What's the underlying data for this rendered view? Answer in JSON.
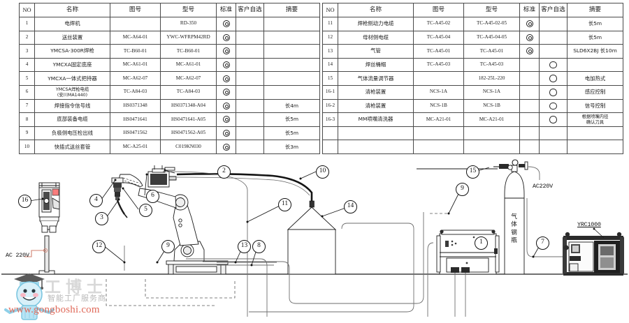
{
  "tables": {
    "headers": {
      "no": "NO",
      "name": "名称",
      "drawing_no": "图号",
      "model": "型号",
      "standard": "标准",
      "customer_option": "客户自选",
      "remark": "摘要"
    },
    "left_rows": [
      {
        "no": "1",
        "name": "电焊机",
        "dwg": "",
        "model": "RD-350",
        "std": "double",
        "opt": "",
        "rem": ""
      },
      {
        "no": "2",
        "name": "送丝装置",
        "dwg": "MC-A64-01",
        "model": "YWC-WFRPM42RD",
        "std": "double",
        "opt": "",
        "rem": ""
      },
      {
        "no": "3",
        "name": "YMCSA-300R焊枪",
        "dwg": "TC-B60-01",
        "model": "TC-B60-01",
        "std": "double",
        "opt": "",
        "rem": ""
      },
      {
        "no": "4",
        "name": "YMCXA固定底座",
        "dwg": "MC-A61-01",
        "model": "MC-A61-01",
        "std": "double",
        "opt": "",
        "rem": ""
      },
      {
        "no": "5",
        "name": "YMCXA一体式把持器",
        "dwg": "MC-A62-07",
        "model": "MC-A62-07",
        "std": "double",
        "opt": "",
        "rem": ""
      },
      {
        "no": "6",
        "name": "YMCSA焊枪电缆\n(安川MA1440)",
        "dwg": "TC-A84-03",
        "model": "TC-A84-03",
        "std": "double",
        "opt": "",
        "rem": ""
      },
      {
        "no": "7",
        "name": "焊接指令信号线",
        "dwg": "HS0371348",
        "model": "HS0371348-A04",
        "std": "double",
        "opt": "",
        "rem": "长4m"
      },
      {
        "no": "8",
        "name": "底部装备电缆",
        "dwg": "HS0471641",
        "model": "HS0471641-A05",
        "std": "double",
        "opt": "",
        "rem": "长5m"
      },
      {
        "no": "9",
        "name": "负极侧电压检出线",
        "dwg": "HS0471562",
        "model": "HS0471562-A05",
        "std": "double",
        "opt": "",
        "rem": "长5m"
      },
      {
        "no": "10",
        "name": "快插式送丝套管",
        "dwg": "MC-A25-01",
        "model": "C019KN030",
        "std": "double",
        "opt": "",
        "rem": "长3m"
      }
    ],
    "right_rows": [
      {
        "no": "11",
        "name": "焊枪侧动力电缆",
        "dwg": "TC-A45-02",
        "model": "TC-A45-02-05",
        "std": "double",
        "opt": "",
        "rem": "长5m"
      },
      {
        "no": "12",
        "name": "母材侧电缆",
        "dwg": "TC-A45-04",
        "model": "TC-A45-04-05",
        "std": "double",
        "opt": "",
        "rem": "长5m"
      },
      {
        "no": "13",
        "name": "气管",
        "dwg": "TC-A45-01",
        "model": "TC-A45-01",
        "std": "double",
        "opt": "",
        "rem": "SLD6X2BJ 长10m"
      },
      {
        "no": "14",
        "name": "焊丝桶帽",
        "dwg": "TC-A45-03",
        "model": "TC-A45-03",
        "std": "",
        "opt": "single",
        "rem": ""
      },
      {
        "no": "15",
        "name": "气体流量调节器",
        "dwg": "",
        "model": "182-25L-220",
        "std": "",
        "opt": "single",
        "rem": "电加热式"
      },
      {
        "no": "16-1",
        "name": "清枪装置",
        "dwg": "NCS-1A",
        "model": "NCS-1A",
        "std": "",
        "opt": "single",
        "rem": "感应控制"
      },
      {
        "no": "16-2",
        "name": "清枪装置",
        "dwg": "NCS-1B",
        "model": "NCS-1B",
        "std": "",
        "opt": "single",
        "rem": "信号控制"
      },
      {
        "no": "16-3",
        "name": "MM喷嘴清洗器",
        "dwg": "MC-A21-01",
        "model": "MC-A21-01",
        "std": "",
        "opt": "single",
        "rem": "根据喷嘴内径\n确认刀具"
      },
      {
        "no": "",
        "name": "",
        "dwg": "",
        "model": "",
        "std": "",
        "opt": "",
        "rem": ""
      },
      {
        "no": "",
        "name": "",
        "dwg": "",
        "model": "",
        "std": "",
        "opt": "",
        "rem": ""
      }
    ]
  },
  "diagram": {
    "callouts": [
      {
        "id": "1",
        "label": "1"
      },
      {
        "id": "2",
        "label": "2"
      },
      {
        "id": "3",
        "label": "3"
      },
      {
        "id": "4",
        "label": "4"
      },
      {
        "id": "5",
        "label": "5"
      },
      {
        "id": "6",
        "label": "6"
      },
      {
        "id": "7",
        "label": "7"
      },
      {
        "id": "8",
        "label": "8"
      },
      {
        "id": "9a",
        "label": "9"
      },
      {
        "id": "9b",
        "label": "9"
      },
      {
        "id": "10",
        "label": "10"
      },
      {
        "id": "11",
        "label": "11"
      },
      {
        "id": "12",
        "label": "12"
      },
      {
        "id": "13",
        "label": "13"
      },
      {
        "id": "14",
        "label": "14"
      },
      {
        "id": "15",
        "label": "15"
      },
      {
        "id": "16",
        "label": "16"
      }
    ],
    "labels": {
      "ac_left": "AC 220V",
      "ac_right": "AC220V",
      "controller": "YRC1000",
      "gas_cylinder": "气体钢瓶"
    }
  },
  "watermark": {
    "brand": "工博士",
    "subtitle": "智能工厂服务商",
    "url": "www.gongboshi.com"
  }
}
